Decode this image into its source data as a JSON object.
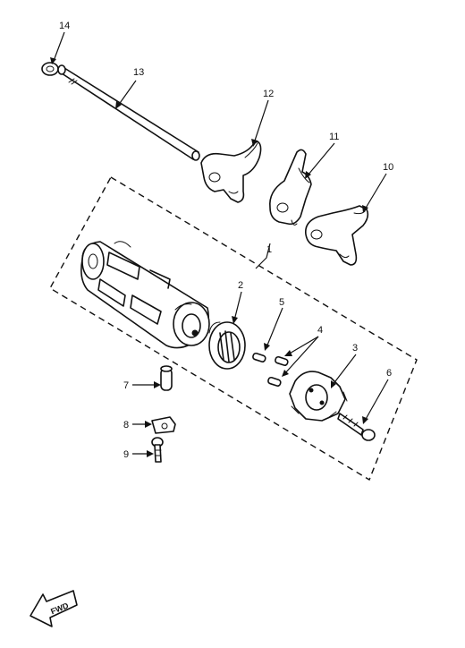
{
  "diagram": {
    "callouts": {
      "c1": "1",
      "c2": "2",
      "c3": "3",
      "c4": "4",
      "c5": "5",
      "c6": "6",
      "c7": "7",
      "c8": "8",
      "c9": "9",
      "c10": "10",
      "c11": "11",
      "c12": "12",
      "c13": "13",
      "c14": "14"
    },
    "fwd_label": "FWD"
  },
  "colors": {
    "ink": "#111111",
    "background": "#ffffff"
  }
}
